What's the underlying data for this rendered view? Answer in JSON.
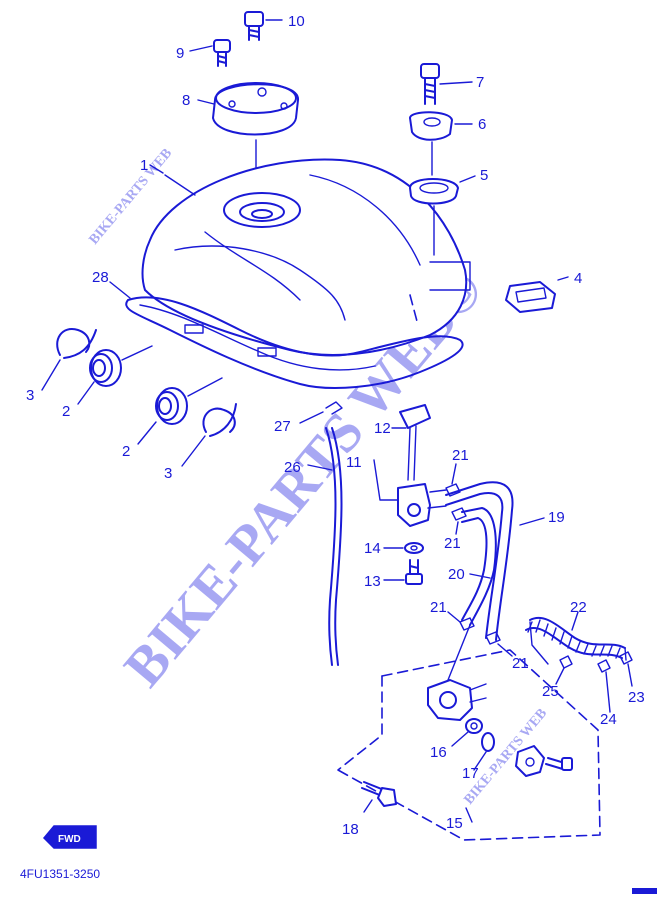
{
  "part_labels": [
    {
      "id": "1",
      "text": "1"
    },
    {
      "id": "2a",
      "text": "2"
    },
    {
      "id": "2b",
      "text": "2"
    },
    {
      "id": "3a",
      "text": "3"
    },
    {
      "id": "3b",
      "text": "3"
    },
    {
      "id": "4",
      "text": "4"
    },
    {
      "id": "5",
      "text": "5"
    },
    {
      "id": "6",
      "text": "6"
    },
    {
      "id": "7",
      "text": "7"
    },
    {
      "id": "8",
      "text": "8"
    },
    {
      "id": "9",
      "text": "9"
    },
    {
      "id": "10",
      "text": "10"
    },
    {
      "id": "11",
      "text": "11"
    },
    {
      "id": "12",
      "text": "12"
    },
    {
      "id": "13",
      "text": "13"
    },
    {
      "id": "14",
      "text": "14"
    },
    {
      "id": "15",
      "text": "15"
    },
    {
      "id": "16",
      "text": "16"
    },
    {
      "id": "17",
      "text": "17"
    },
    {
      "id": "18",
      "text": "18"
    },
    {
      "id": "19",
      "text": "19"
    },
    {
      "id": "20",
      "text": "20"
    },
    {
      "id": "21a",
      "text": "21"
    },
    {
      "id": "21b",
      "text": "21"
    },
    {
      "id": "21c",
      "text": "21"
    },
    {
      "id": "21d",
      "text": "21"
    },
    {
      "id": "22",
      "text": "22"
    },
    {
      "id": "23",
      "text": "23"
    },
    {
      "id": "24",
      "text": "24"
    },
    {
      "id": "25",
      "text": "25"
    },
    {
      "id": "26",
      "text": "26"
    },
    {
      "id": "27",
      "text": "27"
    },
    {
      "id": "28",
      "text": "28"
    }
  ],
  "drawing_code": "4FU1351-3250",
  "fwd_label": "FWD",
  "watermarks": {
    "large": "BIKE-PARTS WEB©",
    "small_a": "BIKE-PARTS WEB",
    "small_b": "BIKE-PARTS WEB"
  },
  "colors": {
    "line": "#1a1ad6",
    "watermark": "#8c8cf0",
    "background": "#ffffff"
  }
}
